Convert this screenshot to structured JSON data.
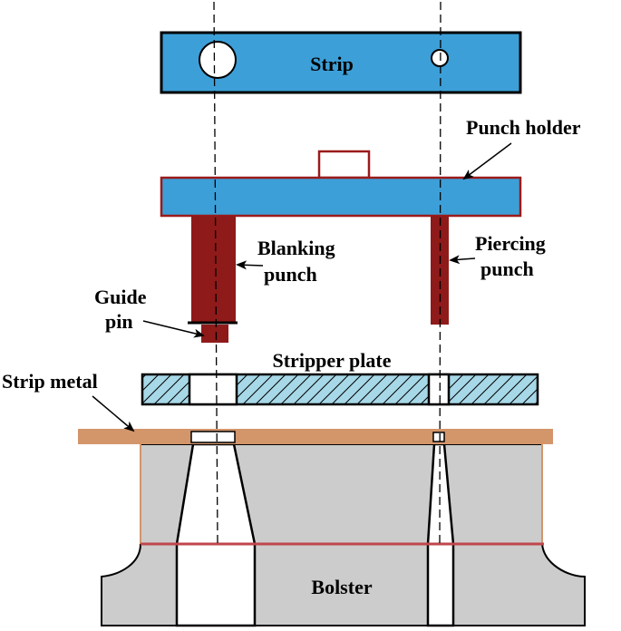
{
  "labels": {
    "strip": "Strip",
    "punch_holder": "Punch holder",
    "blanking_line1": "Blanking",
    "blanking_line2": "punch",
    "piercing_line1": "Piercing",
    "piercing_line2": "punch",
    "guide_line1": "Guide",
    "guide_line2": "pin",
    "stripper_plate": "Stripper plate",
    "strip_metal": "Strip metal",
    "bolster": "Bolster"
  },
  "colors": {
    "strip_fill": "#3d9fd8",
    "punch_holder_fill": "#3d9fd8",
    "punch_holder_outline": "#9b1b1b",
    "punch_fill": "#8f1a1a",
    "stripper_fill": "#a7d8e8",
    "strip_metal_fill": "#d3956a",
    "die_fill": "#cccccc",
    "die_line": "#c0464d",
    "line": "#000000"
  },
  "icons": {
    "pierced_hole_large": "circle-hole",
    "pierced_hole_small": "circle-hole",
    "leader_arrows": "arrow-leader"
  }
}
